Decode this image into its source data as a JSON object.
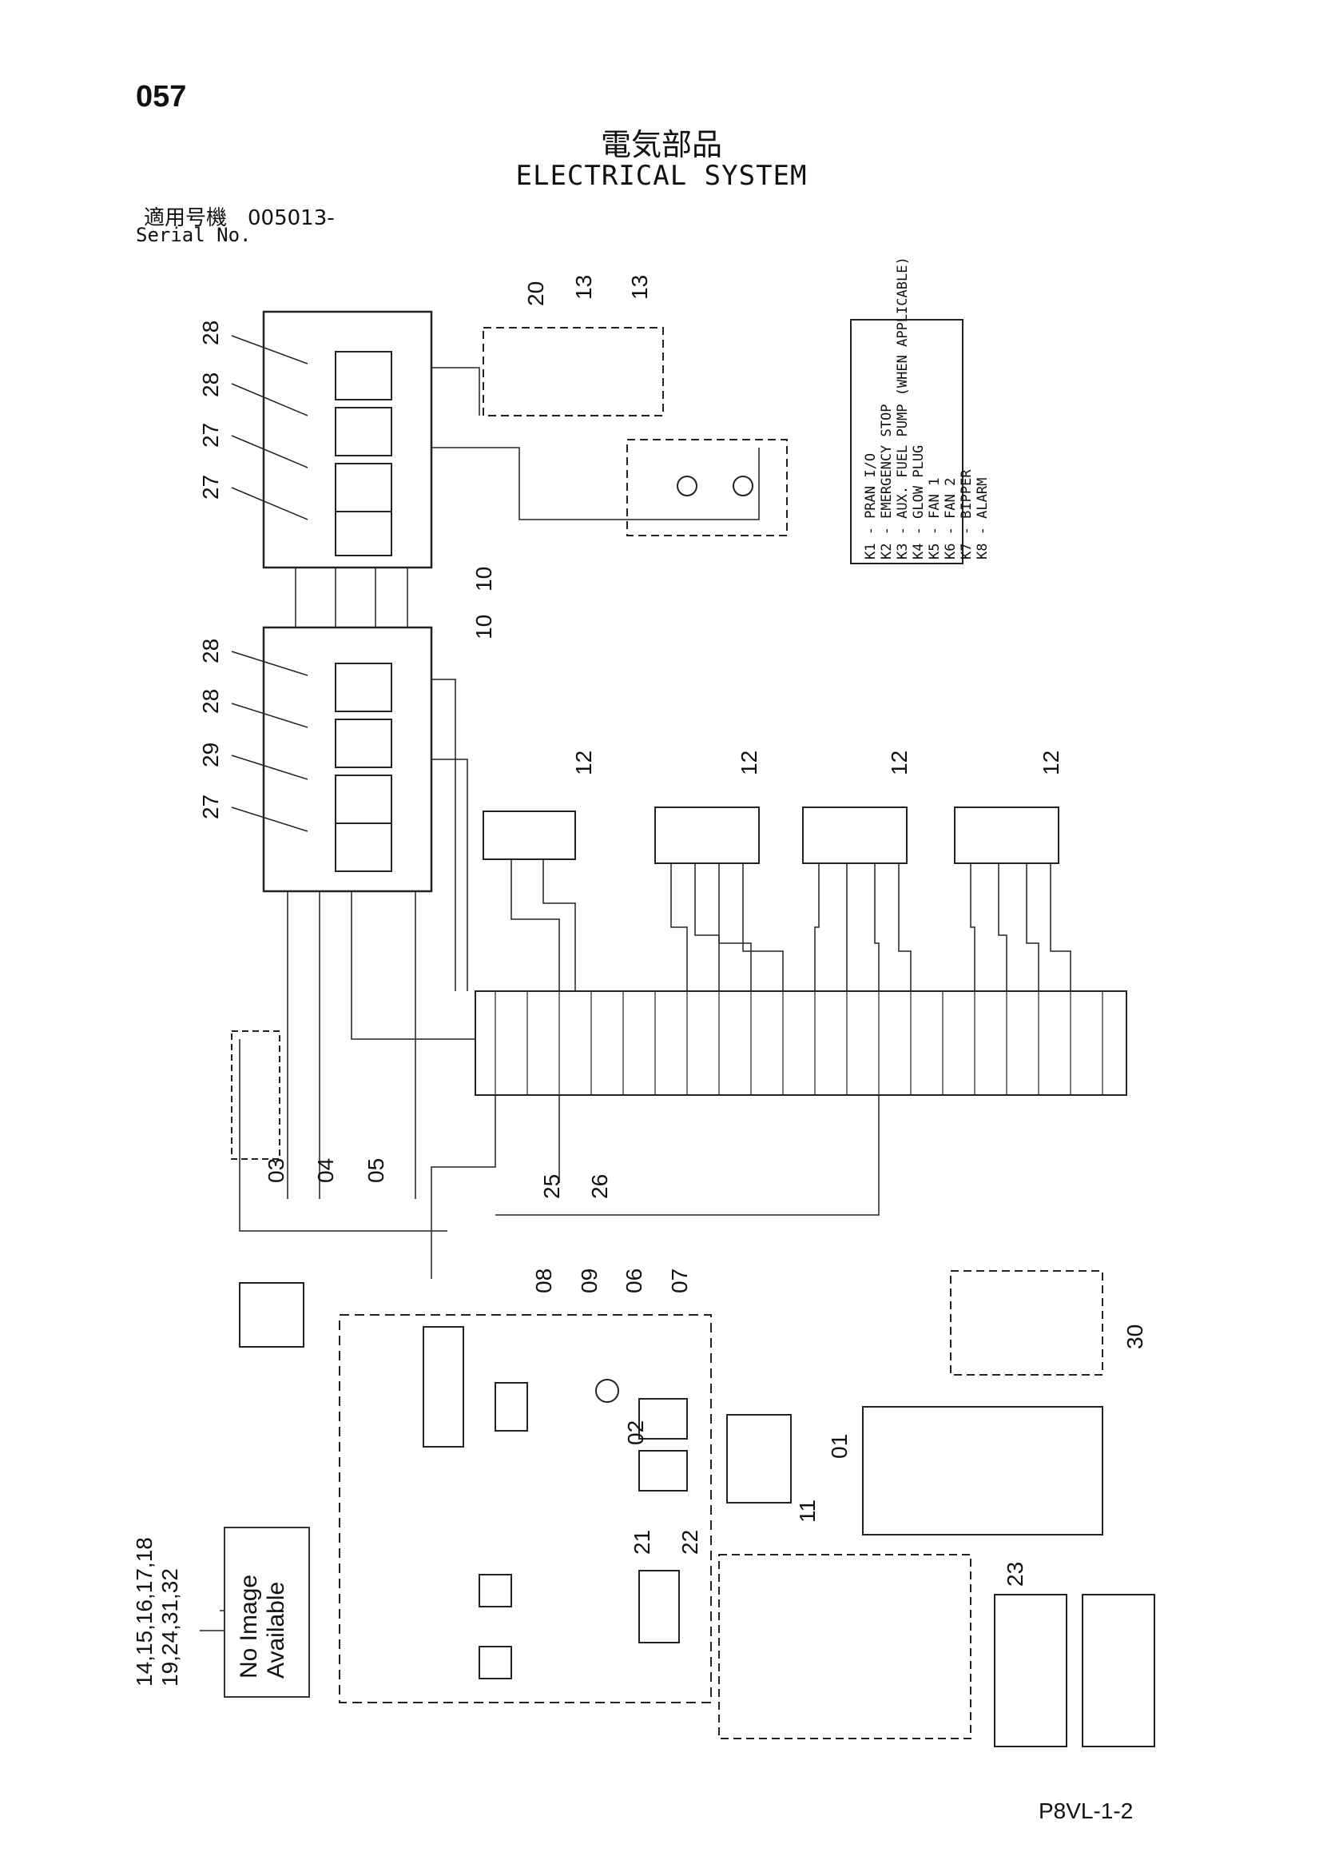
{
  "page_number": "057",
  "title_jp": "電気部品",
  "title_en": "ELECTRICAL SYSTEM",
  "serial_jp": "適用号機　005013-",
  "serial_en": "Serial No.",
  "footer_code": "P8VL-1-2",
  "relay_legend": [
    "K1 - PRAN I/O",
    "K2 - EMERGENCY STOP",
    "K3 - AUX. FUEL PUMP (WHEN APPLICABLE)",
    "K4 - GLOW PLUG",
    "K5 - FAN 1",
    "K6 - FAN 2",
    "K7 - BIPPER",
    "K8 - ALARM"
  ],
  "callouts": {
    "c28a": "28",
    "c28b": "28",
    "c27a": "27",
    "c27b": "27",
    "c28c": "28",
    "c28d": "28",
    "c29": "29",
    "c27c": "27",
    "c20": "20",
    "c13a": "13",
    "c13b": "13",
    "c10a": "10",
    "c10b": "10",
    "c12a": "12",
    "c12b": "12",
    "c12c": "12",
    "c12d": "12",
    "c03": "03",
    "c04": "04",
    "c05": "05",
    "c25": "25",
    "c26": "26",
    "c08": "08",
    "c09": "09",
    "c06": "06",
    "c07": "07",
    "c30": "30",
    "c02": "02",
    "c01": "01",
    "c11": "11",
    "c21": "21",
    "c22": "22",
    "c23": "23"
  },
  "no_image": {
    "label_line1": "No Image",
    "label_line2": "Available",
    "parts_line1": "14,15,16,17,18",
    "parts_line2": "19,24,31,32"
  }
}
